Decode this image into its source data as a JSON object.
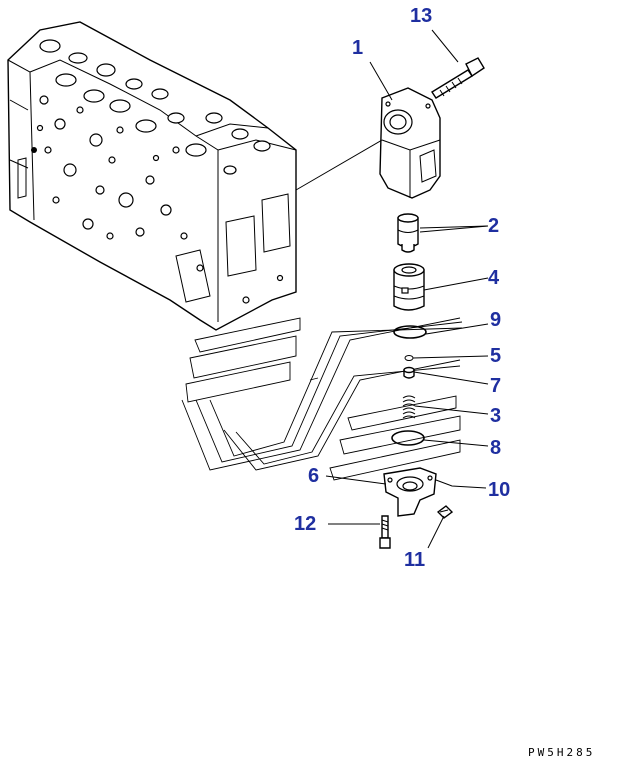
{
  "callouts": [
    {
      "id": "c1",
      "label": "1"
    },
    {
      "id": "c2",
      "label": "2"
    },
    {
      "id": "c3",
      "label": "3"
    },
    {
      "id": "c4",
      "label": "4"
    },
    {
      "id": "c5",
      "label": "5"
    },
    {
      "id": "c6",
      "label": "6"
    },
    {
      "id": "c7",
      "label": "7"
    },
    {
      "id": "c8",
      "label": "8"
    },
    {
      "id": "c9",
      "label": "9"
    },
    {
      "id": "c10",
      "label": "10"
    },
    {
      "id": "c11",
      "label": "11"
    },
    {
      "id": "c12",
      "label": "12"
    },
    {
      "id": "c13",
      "label": "13"
    }
  ],
  "drawing_code": "PW5H285",
  "callout_color": "#1f2fa0"
}
